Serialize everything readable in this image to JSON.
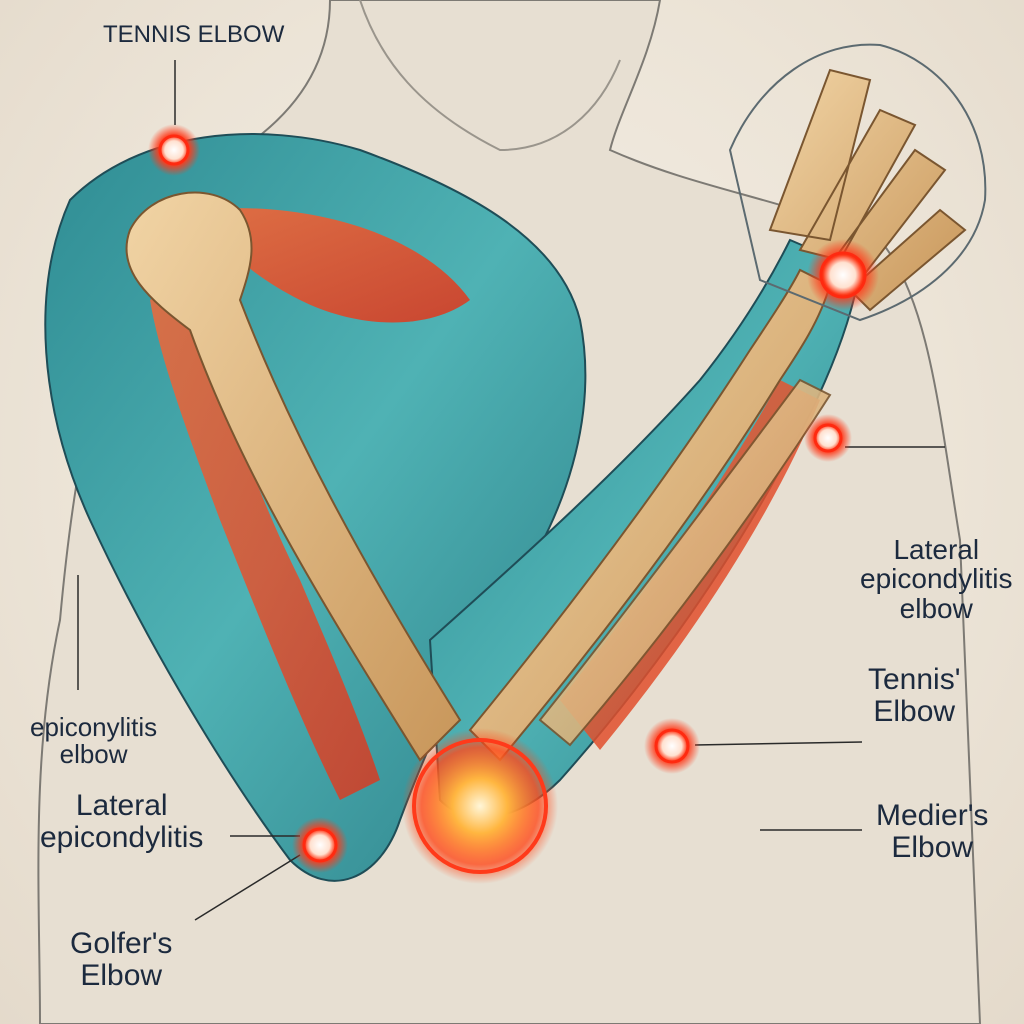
{
  "labels": {
    "tennis_elbow_top": "TENNIS ELBOW",
    "lateral_right": [
      "Lateral",
      "epicondylitis",
      "elbow"
    ],
    "tennis_right": [
      "Tennis'",
      "Elbow"
    ],
    "medier_right": [
      "Medier's",
      "Elbow"
    ],
    "epicondylitis_left": [
      "epiconylitis",
      "elbow"
    ],
    "lateral_left": [
      "Lateral",
      "epicondylitis"
    ],
    "golfers_left": [
      "Golfer's",
      "Elbow"
    ]
  },
  "colors": {
    "muscle_teal": "#3f9fa6",
    "muscle_red": "#e3452b",
    "bone": "#d9b077",
    "skin": "#e9e1d4",
    "pain_glow": "#ff3a1a",
    "label_text": "#1c2a3e"
  },
  "icons": [
    "pain-point-marker",
    "elbow-joint-highlight"
  ]
}
